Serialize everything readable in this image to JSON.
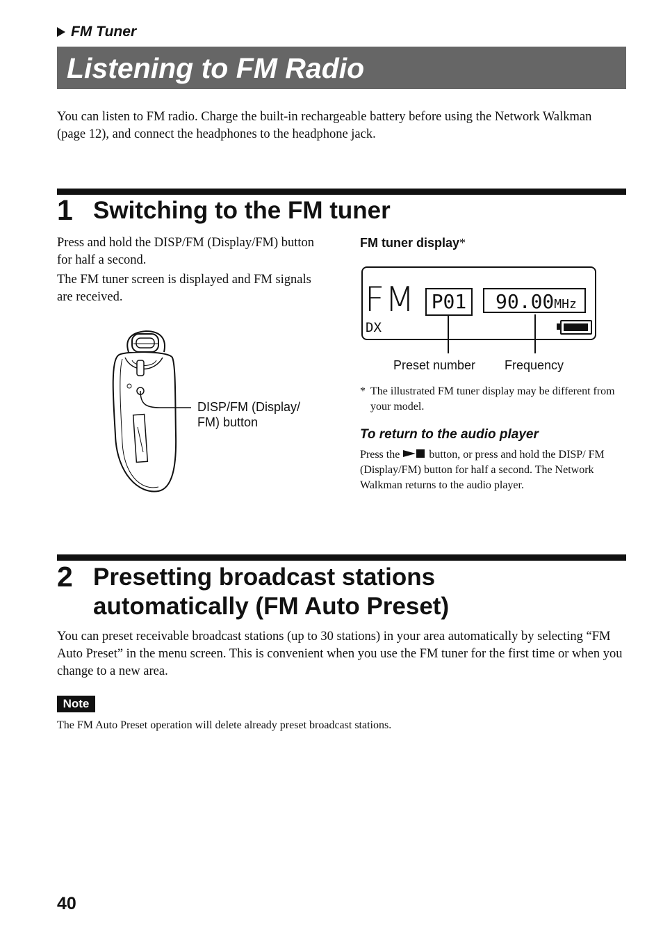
{
  "breadcrumb": "FM Tuner",
  "page_title": "Listening to FM Radio",
  "intro": "You can listen to FM radio. Charge the built-in rechargeable battery before using the Network Walkman (page 12), and connect the headphones to the headphone jack.",
  "section1": {
    "number": "1",
    "title": "Switching to the FM tuner",
    "para1": "Press and hold the DISP/FM (Display/FM) button for half a second.",
    "para2": "The FM tuner screen is displayed and FM signals are received.",
    "device_label_line1": "DISP/FM (Display/",
    "device_label_line2": "FM) button",
    "display_heading": "FM tuner display",
    "display_heading_mark": "*",
    "lcd": {
      "mode": "FM",
      "preset": "P01",
      "frequency": "90.00",
      "unit": "MHz",
      "reception": "DX"
    },
    "callout_preset": "Preset number",
    "callout_frequency": "Frequency",
    "footnote_mark": "*",
    "footnote": "The illustrated FM tuner display may be different from your model.",
    "return_heading": "To return to the audio player",
    "return_text_before": "Press the",
    "return_text_after": "button, or press and hold the DISP/ FM (Display/FM) button for half a second. The Network Walkman returns to the audio player."
  },
  "section2": {
    "number": "2",
    "title_line1": "Presetting broadcast stations",
    "title_line2": "automatically (FM Auto Preset)",
    "para": "You can preset receivable broadcast stations (up to 30 stations) in your area automatically by selecting “FM Auto Preset” in the menu screen. This is convenient when you use the FM tuner for the first time or when you change to a new area.",
    "note_label": "Note",
    "note_text": "The FM Auto Preset operation will delete already preset broadcast stations."
  },
  "page_number": "40"
}
